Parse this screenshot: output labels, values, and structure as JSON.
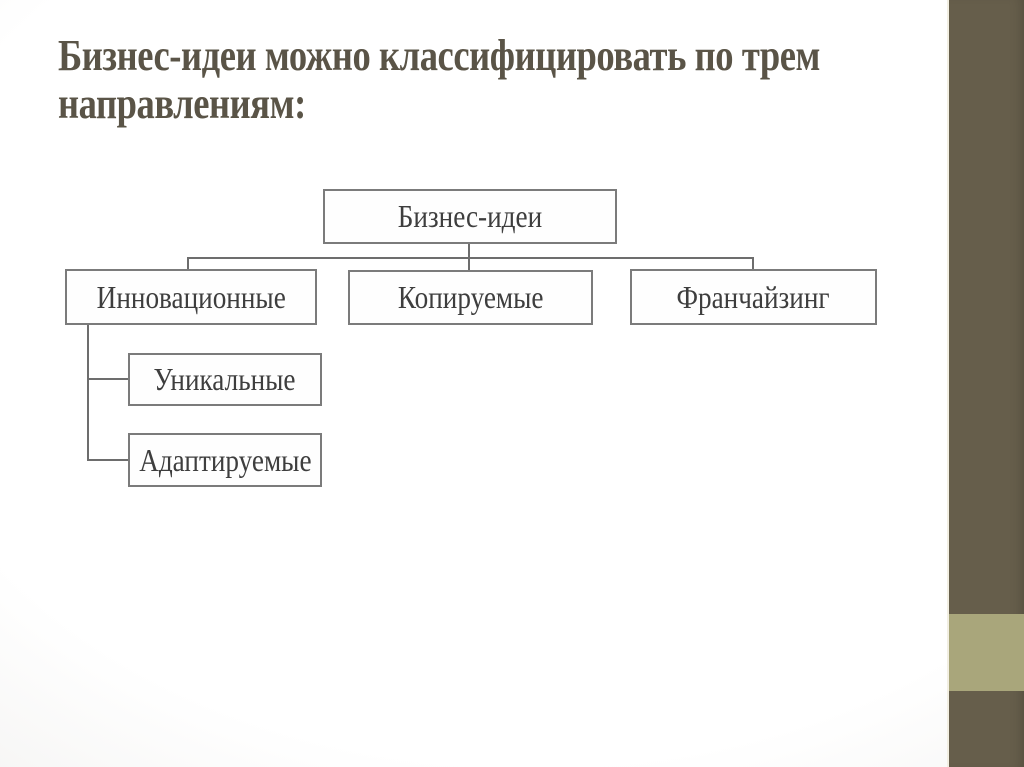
{
  "slide": {
    "title": {
      "line1": "Бизнес-идеи можно классифицировать по трем",
      "line2": "направлениям:"
    }
  },
  "diagram": {
    "type": "org-chart",
    "nodes": {
      "root": "Бизнес-идеи",
      "innovative": "Инновационные",
      "copyable": "Копируемые",
      "franchise": "Франчайзинг",
      "unique": "Уникальные",
      "adaptable": "Адаптируемые"
    },
    "hierarchy": {
      "Бизнес-идеи": [
        "Инновационные",
        "Копируемые",
        "Франчайзинг"
      ],
      "Инновационные": [
        "Уникальные",
        "Адаптируемые"
      ]
    }
  },
  "colors": {
    "side_band": "#665e4b",
    "accent_square": "#a9a67b",
    "title_text": "#5a5447",
    "box_border": "#7b7b7b",
    "connector": "#6d6d6d",
    "box_text": "#3e3e3e",
    "background": "#ffffff"
  }
}
